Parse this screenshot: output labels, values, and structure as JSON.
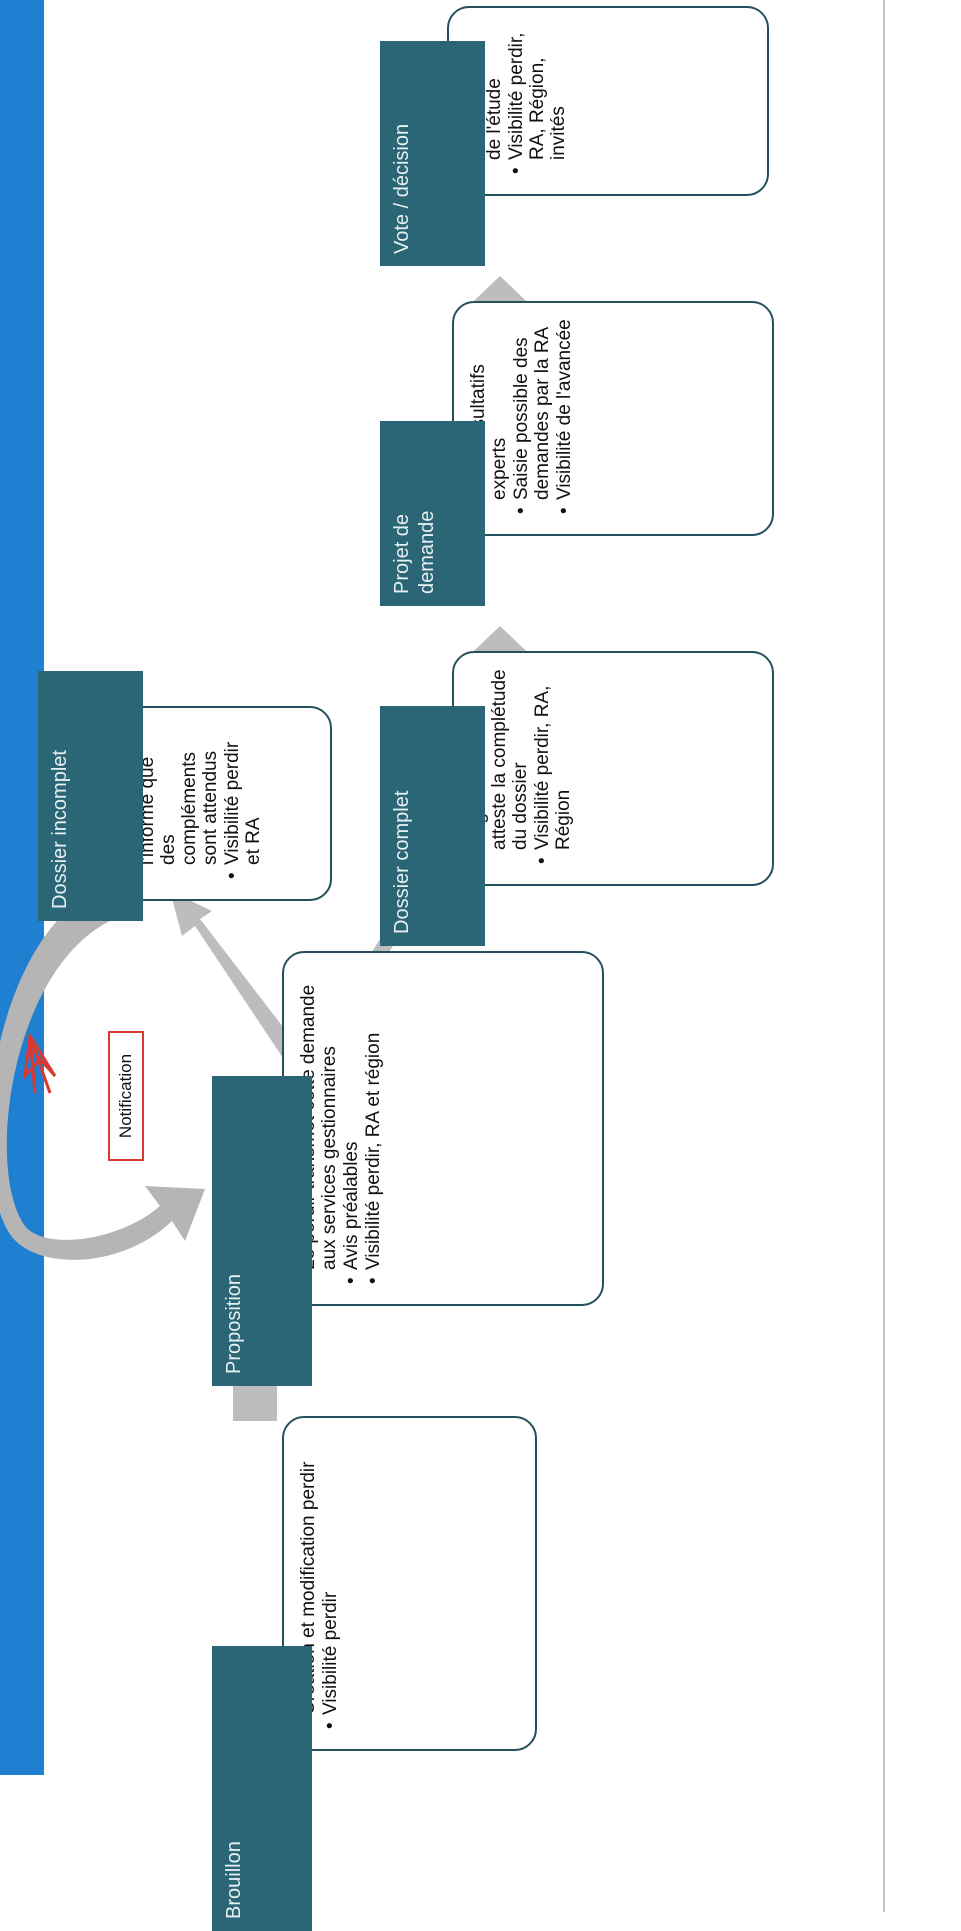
{
  "stages": {
    "brouillon": {
      "label": "Brouillon",
      "bullets": [
        "Création et modification perdir",
        "Visibilité perdir"
      ]
    },
    "proposition": {
      "label": "Proposition",
      "bullets": [
        "Le perdir transmet cette demande aux services gestionnaires",
        "Avis préalables",
        "Visibilité perdir, RA et région"
      ]
    },
    "dossier_incomplet": {
      "label": "Dossier incomplet",
      "bullets": [
        "Le gestionnaire l'informe que des compléments sont attendus",
        "Visibilité perdir et RA"
      ]
    },
    "dossier_complet": {
      "label": "Dossier complet",
      "bullets": [
        "Le gestionnaire atteste la complétude du dossier",
        "Visibilité perdir, RA, Région"
      ]
    },
    "projet_demande": {
      "label": "Projet de demande",
      "bullets": [
        "Avis consultatifs experts",
        "Saisie possible des demandes par la RA",
        "Visibilité de l'avancée"
      ]
    },
    "vote_decision": {
      "label": "Vote / décision",
      "bullets": [
        "Résultat final de l'étude",
        "Visibilité perdir, RA, Région, invités"
      ]
    }
  },
  "notification": {
    "label": "Notification"
  },
  "colors": {
    "stage_fill": "#2a6676",
    "card_border": "#24505d",
    "arrow_gray": "#bdbdbd",
    "notification_red": "#d83a33",
    "side_band": "#1f7fd1"
  }
}
